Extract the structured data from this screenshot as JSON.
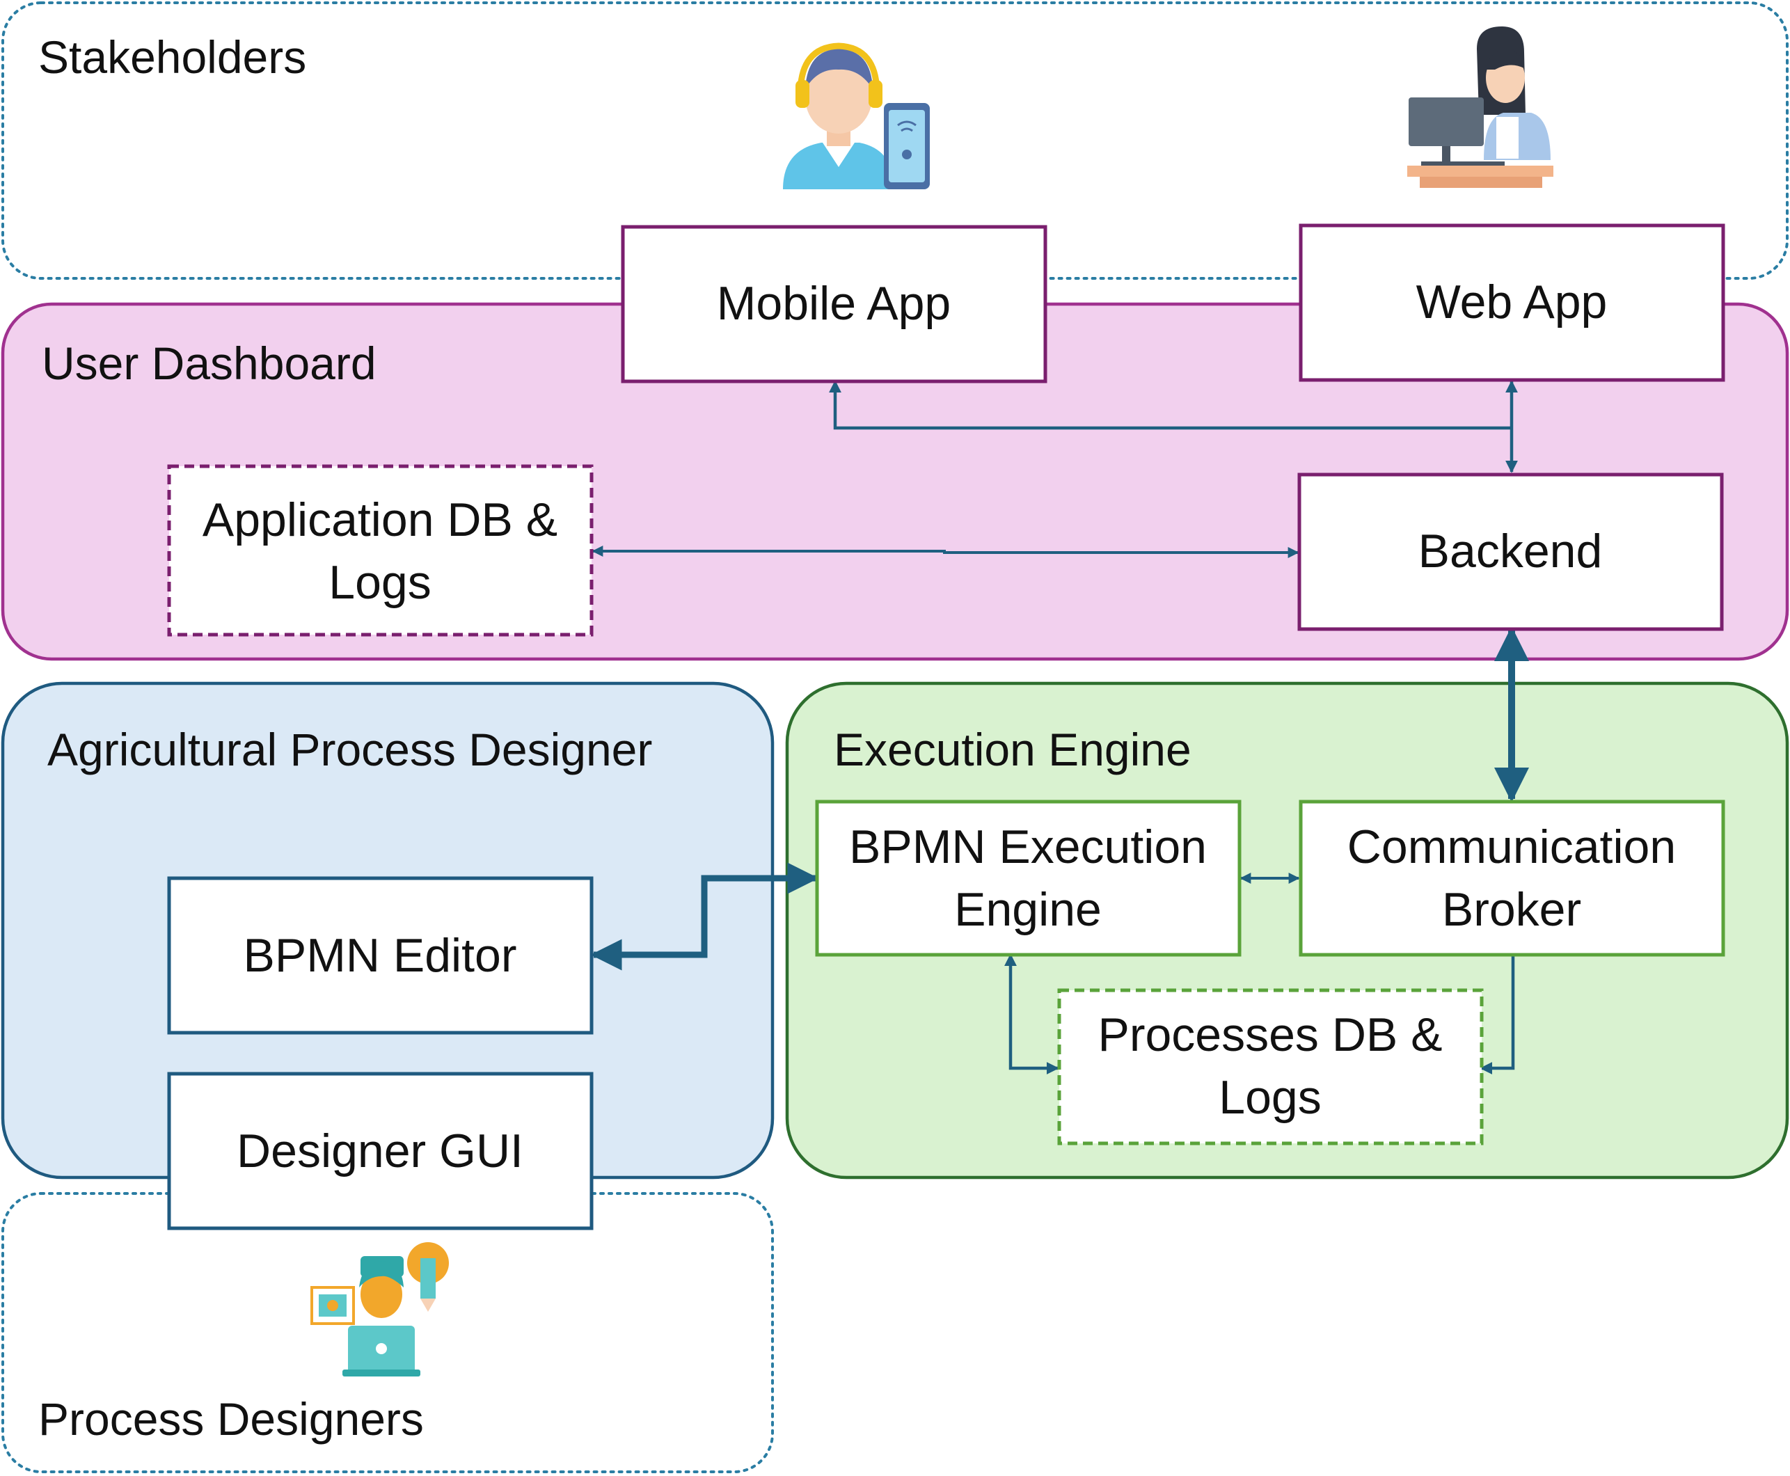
{
  "regions": {
    "stakeholders": "Stakeholders",
    "user_dashboard": "User Dashboard",
    "process_designer": "Agricultural Process Designer",
    "execution_engine": "Execution Engine",
    "process_designers": "Process Designers"
  },
  "boxes": {
    "mobile_app": "Mobile App",
    "web_app": "Web App",
    "app_db_line1": "Application DB &",
    "app_db_line2": "Logs",
    "backend": "Backend",
    "bpmn_editor": "BPMN Editor",
    "designer_gui": "Designer GUI",
    "bpmn_engine_line1": "BPMN Execution",
    "bpmn_engine_line2": "Engine",
    "broker_line1": "Communication",
    "broker_line2": "Broker",
    "proc_db_line1": "Processes DB &",
    "proc_db_line2": "Logs"
  },
  "colors": {
    "dashboard_fill": "#f2d0ee",
    "dashboard_stroke": "#a0318f",
    "designer_fill": "#dbe9f6",
    "designer_stroke": "#1f5a80",
    "engine_fill": "#d9f2d0",
    "engine_stroke": "#2e6f2e",
    "dotted_stroke": "#2a7da3",
    "arrow": "#1f5f80"
  },
  "icons": {
    "mobile_user": "mobile-user-icon",
    "web_user": "desktop-user-icon",
    "designer": "designer-icon"
  }
}
